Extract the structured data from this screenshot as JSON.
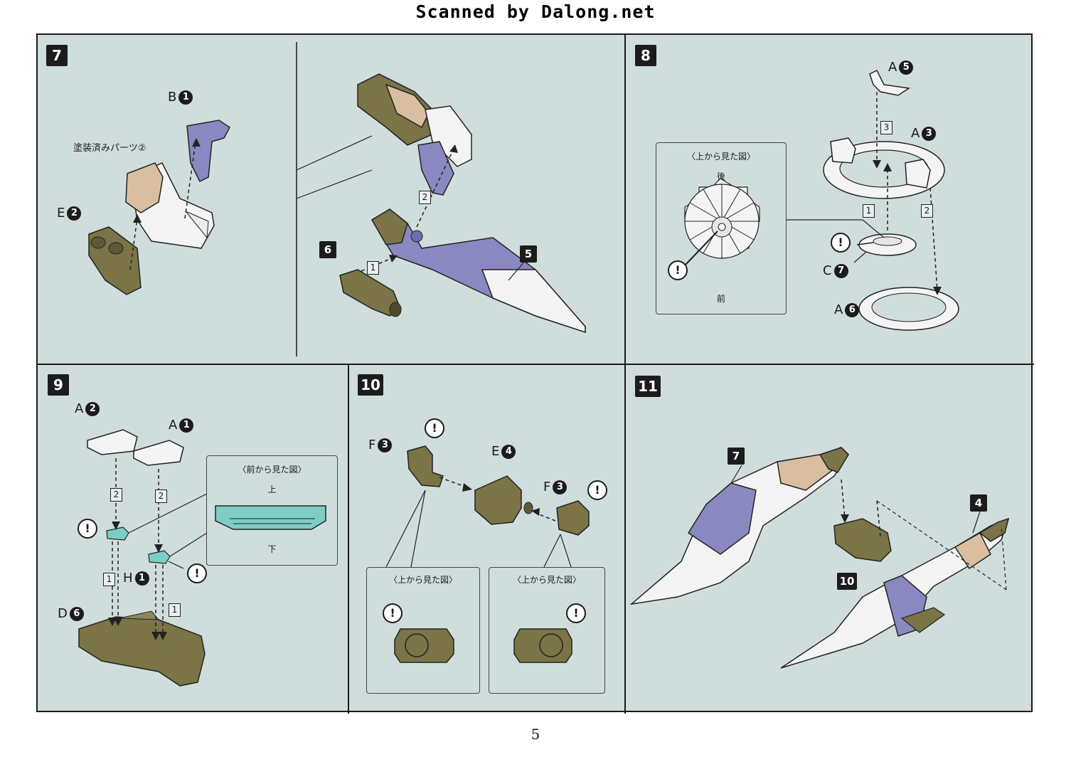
{
  "watermark": "Scanned by Dalong.net",
  "page_number": "5",
  "steps": {
    "s7": {
      "number": "7",
      "painted_note": "塗装済みパーツ②",
      "label_b": "B",
      "label_b_num": "1",
      "label_e": "E",
      "label_e_num": "2",
      "seq_1": "1",
      "seq_2": "2",
      "subassembly_6": "6",
      "subassembly_5": "5"
    },
    "s8": {
      "number": "8",
      "label_a5": "A",
      "a5_num": "5",
      "label_a3": "A",
      "a3_num": "3",
      "label_c7": "C",
      "c7_num": "7",
      "label_a6": "A",
      "a6_num": "6",
      "seq_1": "1",
      "seq_2": "2",
      "seq_3": "3",
      "callout_title": "〈上から見た図〉",
      "callout_top": "後",
      "callout_bottom": "前"
    },
    "s9": {
      "number": "9",
      "label_a2": "A",
      "a2_num": "2",
      "label_a1": "A",
      "a1_num": "1",
      "label_h": "H",
      "h_num": "1",
      "label_d": "D",
      "d_num": "6",
      "seq_1": "1",
      "seq_2": "2",
      "callout_title": "〈前から見た図〉",
      "callout_top": "上",
      "callout_bottom": "下"
    },
    "s10": {
      "number": "10",
      "label_f3a": "F",
      "f3a_num": "3",
      "label_e4": "E",
      "e4_num": "4",
      "label_f3b": "F",
      "f3b_num": "3",
      "callout_left_title": "〈上から見た図〉",
      "callout_right_title": "〈上から見た図〉"
    },
    "s11": {
      "number": "11",
      "subassembly_7": "7",
      "subassembly_10": "10",
      "subassembly_4": "4"
    }
  },
  "caution_symbol": "!",
  "colors": {
    "background": "#cfdedc",
    "olive": "#7a7446",
    "lavender": "#8a88c0",
    "tan": "#d9bfa0",
    "white_part": "#f4f4f4",
    "teal": "#7ccdc4"
  }
}
